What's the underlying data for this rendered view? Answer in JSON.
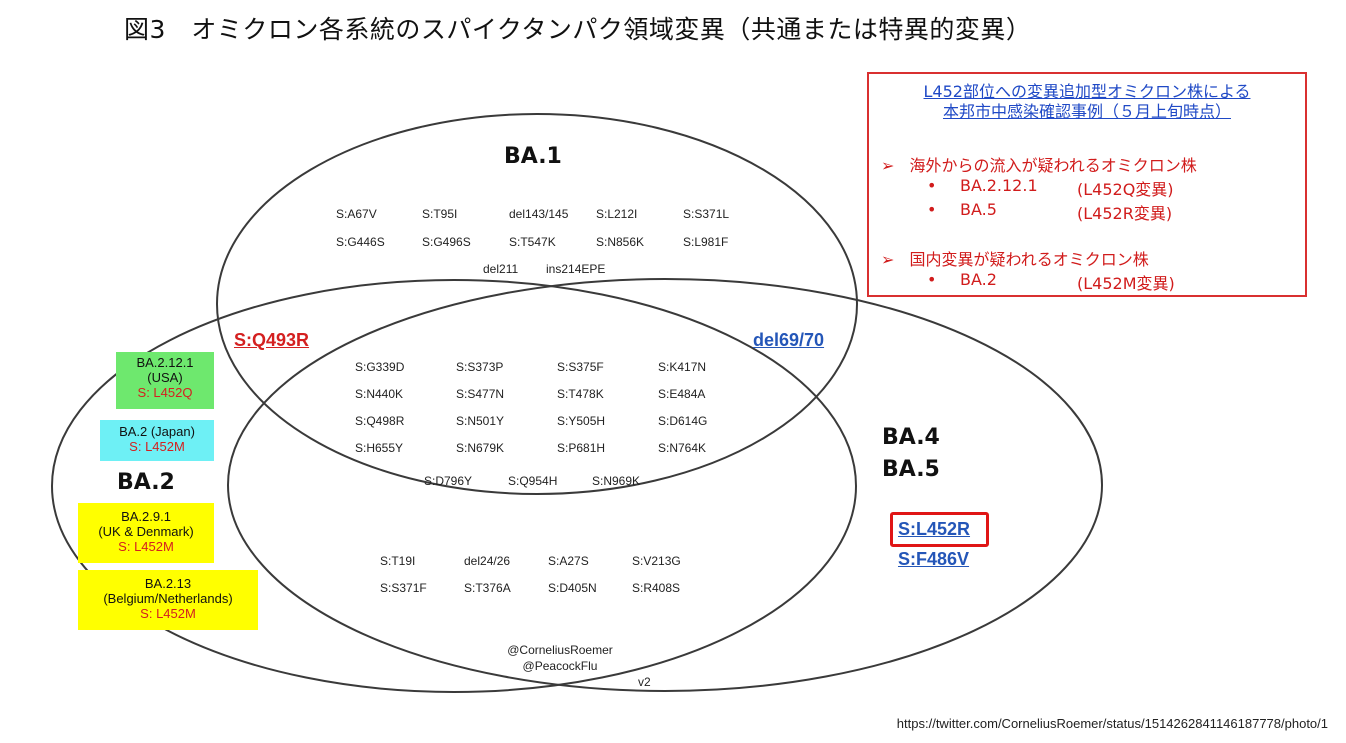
{
  "title": "図3　オミクロン各系統のスパイクタンパク領域変異（共通または特異的変異）",
  "sets": {
    "ba1": "BA.1",
    "ba2": "BA.2",
    "ba4": "BA.4",
    "ba5": "BA.5"
  },
  "mutations": {
    "ba1_only": [
      [
        "S:A67V",
        "S:T95I",
        "del143/145",
        "S:L212I",
        "S:S371L"
      ],
      [
        "S:G446S",
        "S:G496S",
        "S:T547K",
        "S:N856K",
        "S:L981F"
      ],
      [
        "del211",
        "ins214EPE"
      ]
    ],
    "all_common": [
      [
        "S:G339D",
        "S:S373P",
        "S:S375F",
        "S:K417N"
      ],
      [
        "S:N440K",
        "S:S477N",
        "S:T478K",
        "S:E484A"
      ],
      [
        "S:Q498R",
        "S:N501Y",
        "S:Y505H",
        "S:D614G"
      ],
      [
        "S:H655Y",
        "S:N679K",
        "S:P681H",
        "S:N764K"
      ],
      [
        "S:D796Y",
        "S:Q954H",
        "S:N969K"
      ]
    ],
    "ba2_ba45": [
      [
        "S:T19I",
        "del24/26",
        "S:A27S",
        "S:V213G"
      ],
      [
        "S:S371F",
        "S:T376A",
        "S:D405N",
        "S:R408S"
      ]
    ]
  },
  "markers": {
    "ba1_ba2": "S:Q493R",
    "ba1_ba45": "del69/70",
    "ba45_1": "S:L452R",
    "ba45_2": "S:F486V"
  },
  "credits": {
    "line1": "@CorneliusRoemer",
    "line2": "@PeacockFlu",
    "version": "v2"
  },
  "variant_boxes": [
    {
      "line1": "BA.2.12.1",
      "line2": "(USA)",
      "mutation": "S: L452Q",
      "color": "#6ee86e"
    },
    {
      "line1": "BA.2 (Japan)",
      "line2": "",
      "mutation": "S: L452M",
      "color": "#6ef0f5"
    },
    {
      "line1": "BA.2.9.1",
      "line2": "(UK & Denmark)",
      "mutation": "S: L452M",
      "color": "#ffff00"
    },
    {
      "line1": "BA.2.13",
      "line2": "(Belgium/Netherlands)",
      "mutation": "S: L452M",
      "color": "#ffff00"
    }
  ],
  "info_box": {
    "heading_line1": "L452部位への変異追加型オミクロン株による",
    "heading_line2": "本邦市中感染確認事例（５月上旬時点）",
    "section1": "海外からの流入が疑われるオミクロン株",
    "section1_items": [
      {
        "name": "BA.2.12.1",
        "mutation": "(L452Q変異)"
      },
      {
        "name": "BA.5",
        "mutation": "(L452R変異)"
      }
    ],
    "section2": "国内変異が疑われるオミクロン株",
    "section2_items": [
      {
        "name": "BA.2",
        "mutation": "(L452M変異)"
      }
    ],
    "arrow_glyph": "➢",
    "bullet_glyph": "•"
  },
  "source_url": "https://twitter.com/CorneliusRoemer/status/1514262841146187778/photo/1",
  "colors": {
    "red": "#d42020",
    "blue": "#2456b8",
    "ellipse_stroke": "#3a3a3a",
    "highlight_border": "#e01515"
  }
}
